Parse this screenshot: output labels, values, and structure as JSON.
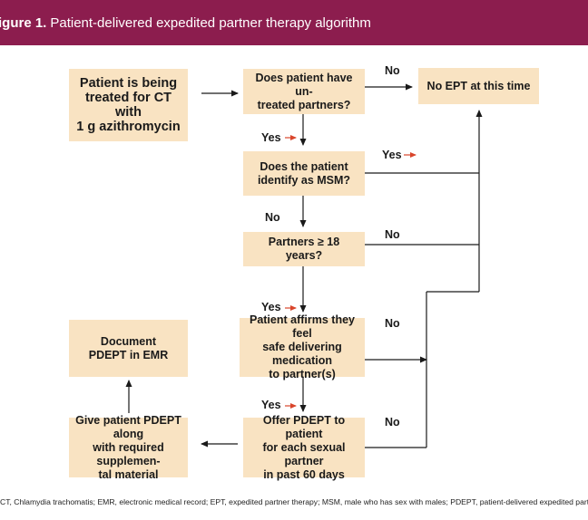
{
  "header": {
    "figure_label": "igure 1.",
    "title": "Patient-delivered expedited partner therapy algorithm"
  },
  "boxes": {
    "start": "Patient is being\ntreated for CT with\n1 g azithromycin",
    "q_partners": "Does patient have un-\ntreated partners?",
    "no_ept": "No EPT at this time",
    "q_msm": "Does the patient\nidentify as MSM?",
    "q_age": "Partners ≥ 18 years?",
    "q_safe": "Patient affirms they feel\nsafe delivering medication\nto partner(s)",
    "offer": "Offer PDEPT to patient\nfor each sexual partner\nin past 60 days",
    "give": "Give patient PDEPT along\nwith required supplemen-\ntal material",
    "document": "Document\nPDEPT in EMR"
  },
  "labels": {
    "no_1": "No",
    "yes_1": "Yes",
    "yes_2": "Yes",
    "no_2": "No",
    "no_3": "No",
    "yes_3": "Yes",
    "no_4": "No",
    "yes_4": "Yes",
    "no_5": "No"
  },
  "footnote": "CT, Chlamydia trachomatis; EMR, electronic medical record; EPT, expedited partner therapy; MSM, male who has sex with males; PDEPT, patient-delivered expedited partner therapy.",
  "colors": {
    "header_bg": "#8c1d4e",
    "box_fill": "#f9e3c2",
    "accent_arrow": "#d9452b",
    "line": "#1a1a1a"
  }
}
